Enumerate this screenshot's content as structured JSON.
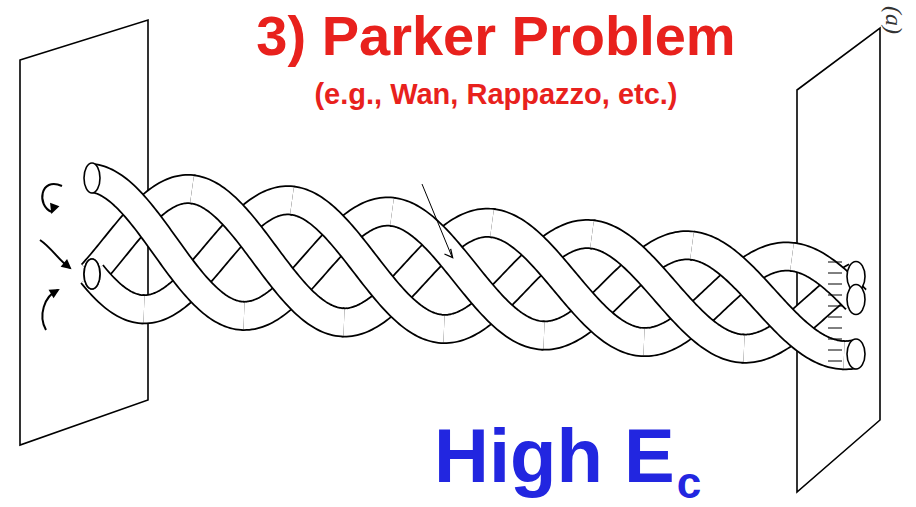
{
  "diagram": {
    "title": "3) Parker Problem",
    "labels": [
      "(e.g., Wan, Rappazzo, etc.)",
      "High E",
      "c",
      "(a)"
    ]
  }
}
